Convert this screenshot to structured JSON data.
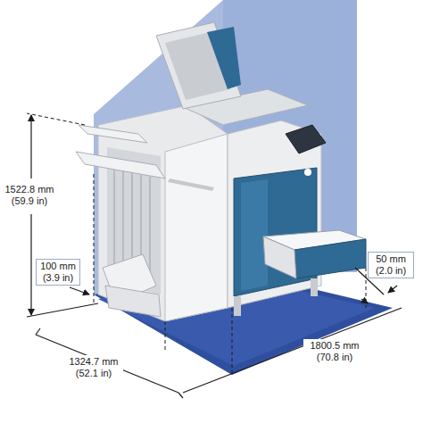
{
  "diagram": {
    "labels": [
      "1522.8 mm (59.9 in)",
      "100 mm (3.9 in)",
      "50 mm (2.0 in)",
      "1324.7 mm (52.1 in)",
      "1800.5 mm (70.8 in)"
    ]
  }
}
